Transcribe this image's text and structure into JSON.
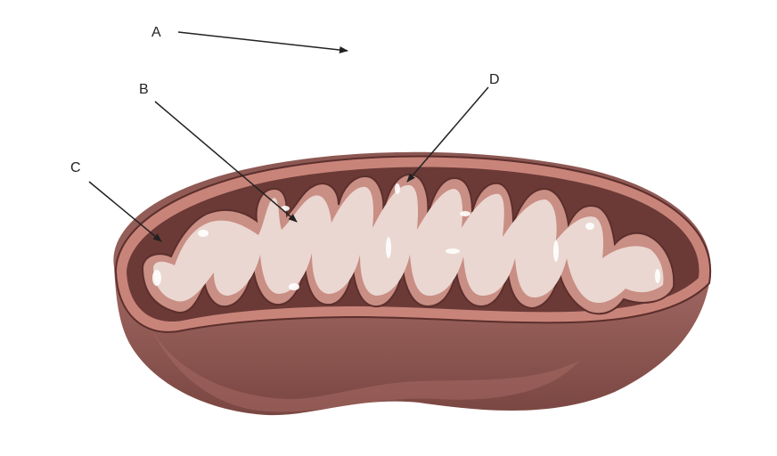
{
  "diagram": {
    "labels": {
      "a": "A",
      "b": "B",
      "c": "C",
      "d": "D"
    },
    "colors": {
      "outer_membrane_light": "#c9847a",
      "outer_shell": "#9a5f5a",
      "outer_shell_shadow": "#7b4743",
      "intermembrane_dark": "#6b3a37",
      "inner_membrane": "#c98e84",
      "matrix": "#ead7d1",
      "highlight": "#ffffff",
      "arrow": "#222222"
    }
  }
}
